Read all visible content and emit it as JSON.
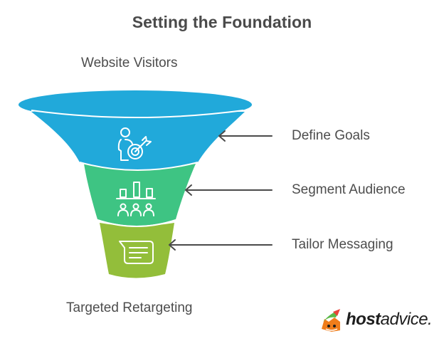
{
  "title": "Setting the Foundation",
  "top_label": "Website Visitors",
  "bottom_label": "Targeted Retargeting",
  "stages": [
    {
      "label": "Define Goals",
      "icon": "person-target-icon",
      "color": "#21a9da"
    },
    {
      "label": "Segment Audience",
      "icon": "audience-chart-icon",
      "color": "#3ec483"
    },
    {
      "label": "Tailor Messaging",
      "icon": "message-bubble-icon",
      "color": "#93be3a"
    }
  ],
  "logo": {
    "bold": "host",
    "regular": "advice."
  },
  "colors": {
    "text": "#4d4d4d",
    "arrow": "#4a4a4a"
  }
}
